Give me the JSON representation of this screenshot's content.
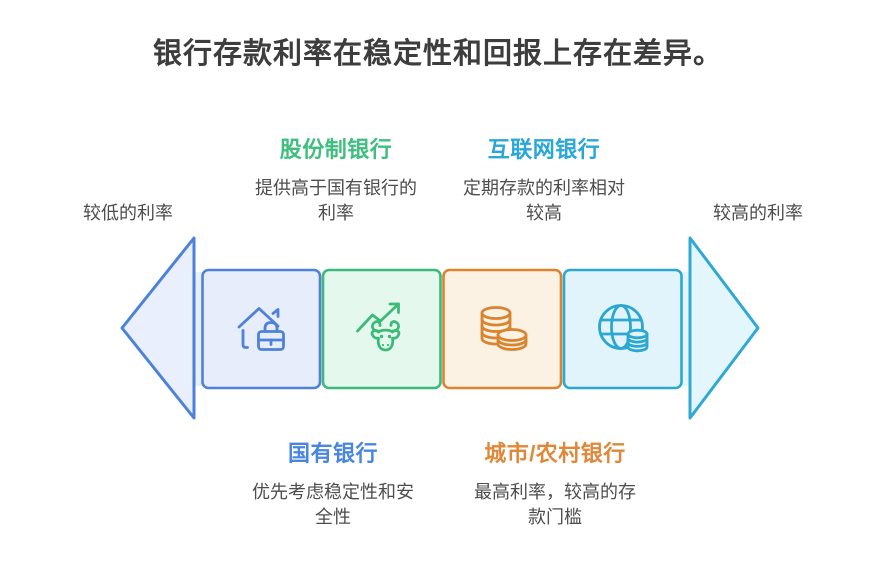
{
  "title": {
    "text": "银行存款利率在稳定性和回报上存在差异。",
    "color": "#3d3d3d"
  },
  "axis": {
    "left_label": "较低的利率",
    "right_label": "较高的利率"
  },
  "annotations": {
    "top": [
      {
        "name": "股份制银行",
        "description": "提供高于国有银行的\n利率",
        "color": "#3fbf7f"
      },
      {
        "name": "互联网银行",
        "description": "定期存款的利率相对\n较高",
        "color": "#29a7d8"
      }
    ],
    "bottom": [
      {
        "name": "国有银行",
        "description": "优先考虑稳定性和安\n全性",
        "color": "#4a86e0"
      },
      {
        "name": "城市/农村银行",
        "description": "最高利率，较高的存\n款门槛",
        "color": "#e0883a"
      }
    ]
  },
  "spectrum": {
    "left_arrow": {
      "direction": "left",
      "fill": "#e9effc",
      "stroke": "#4d82d8"
    },
    "right_arrow": {
      "direction": "right",
      "fill": "#e3f6fc",
      "stroke": "#2fa9d4"
    },
    "segments": [
      {
        "icon": "home-briefcase-icon",
        "fill": "#e7edfb",
        "stroke": "#4d82d8"
      },
      {
        "icon": "bull-trend-icon",
        "fill": "#e5f8ee",
        "stroke": "#3cba7a"
      },
      {
        "icon": "coins-stack-icon",
        "fill": "#fcf2e4",
        "stroke": "#d9842f"
      },
      {
        "icon": "globe-coins-icon",
        "fill": "#e2f4fb",
        "stroke": "#2ba7d1"
      }
    ]
  }
}
